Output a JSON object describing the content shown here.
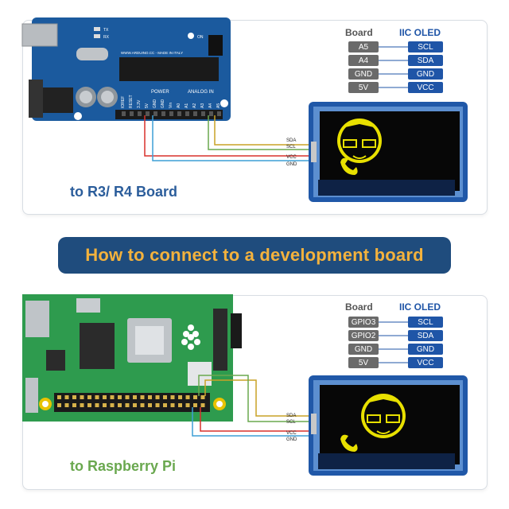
{
  "top_panel": {
    "caption": "to R3/ R4 Board",
    "arduino_silk": {
      "tx": "TX",
      "rx": "RX",
      "on": "ON",
      "url": "WWW.ARDUINO.CC - MADE IN ITALY",
      "power": "POWER",
      "analog_in": "ANALOG IN",
      "pins": [
        "IOREF",
        "RESET",
        "3.3V",
        "5V",
        "GND",
        "GND",
        "Vin",
        "A0",
        "A1",
        "A2",
        "A3",
        "A4",
        "A5"
      ]
    },
    "table": {
      "col_board": "Board",
      "col_oled": "IIC OLED",
      "board_pins": [
        "A5",
        "A4",
        "GND",
        "5V"
      ],
      "oled_pins": [
        "SCL",
        "SDA",
        "GND",
        "VCC"
      ]
    },
    "wire_labels": [
      "SDA",
      "SCL",
      "VCC",
      "GND"
    ]
  },
  "banner": {
    "text": "How to connect to a development board"
  },
  "bottom_panel": {
    "caption": "to Raspberry Pi",
    "table": {
      "col_board": "Board",
      "col_oled": "IIC OLED",
      "board_pins": [
        "GPIO3",
        "GPIO2",
        "GND",
        "5V"
      ],
      "oled_pins": [
        "SCL",
        "SDA",
        "GND",
        "VCC"
      ]
    },
    "wire_labels": [
      "SDA",
      "SCL",
      "VCC",
      "GND"
    ]
  },
  "colors": {
    "caption_top": "#2b5d9b",
    "caption_bottom": "#6aa84f",
    "banner_bg": "#1f4c7d",
    "banner_text": "#f3b23d",
    "wire_sda": "#c9a227",
    "wire_scl": "#6aa84f",
    "wire_vcc": "#d9312b",
    "wire_gnd": "#3d9fd6",
    "oled_text": "#e8e000",
    "arduino_pcb": "#1b5a9e",
    "rpi_pcb": "#2e9b4e"
  }
}
